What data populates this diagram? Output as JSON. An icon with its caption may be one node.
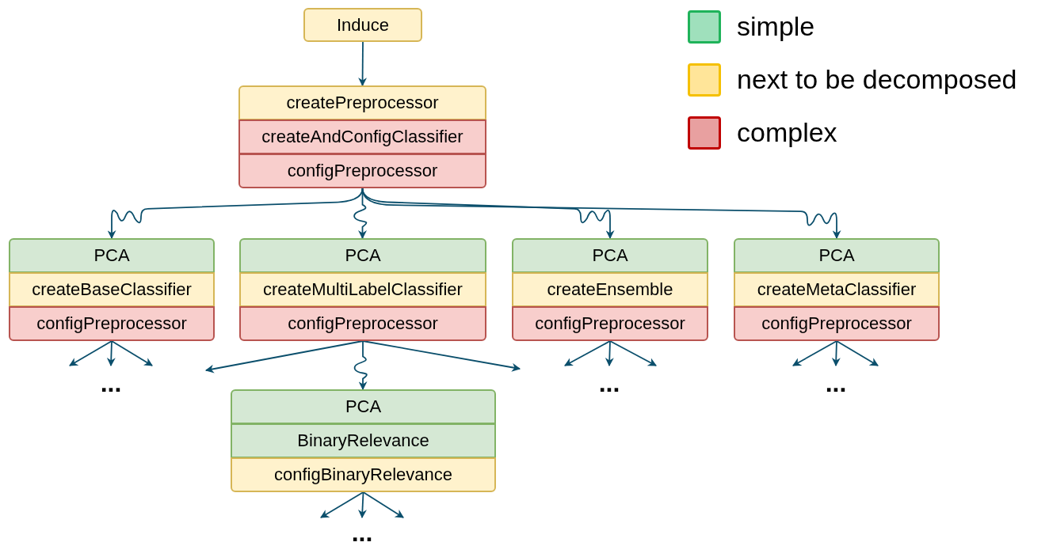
{
  "diagram": {
    "nodes": [
      {
        "text": [
          "Induce"
        ]
      },
      {
        "text": [
          "createPreprocessor"
        ]
      },
      {
        "text": [
          "createAndConfigClassifier"
        ]
      },
      {
        "text": [
          "configPreprocessor"
        ]
      },
      {
        "text": [
          "PCA"
        ]
      },
      {
        "text": [
          "createBaseClassifier"
        ]
      },
      {
        "text": [
          "configPreprocessor"
        ]
      },
      {
        "text": [
          "PCA"
        ]
      },
      {
        "text": [
          "createMultiLabelClassifier"
        ]
      },
      {
        "text": [
          "configPreprocessor"
        ]
      },
      {
        "text": [
          "PCA"
        ]
      },
      {
        "text": [
          "createEnsemble"
        ]
      },
      {
        "text": [
          "configPreprocessor"
        ]
      },
      {
        "text": [
          "PCA"
        ]
      },
      {
        "text": [
          "createMetaClassifier"
        ]
      },
      {
        "text": [
          "configPreprocessor"
        ]
      },
      {
        "text": [
          "PCA"
        ]
      },
      {
        "text": [
          "BinaryRelevance"
        ]
      },
      {
        "text": [
          "configBinaryRelevance"
        ]
      }
    ],
    "edges": [
      {
        "from": 0,
        "to": 1,
        "arrow": "to"
      },
      {
        "from": 3,
        "to": 4,
        "arrow": "to"
      },
      {
        "from": 3,
        "to": 7,
        "arrow": "to"
      },
      {
        "from": 3,
        "to": 10,
        "arrow": "to"
      },
      {
        "from": 3,
        "to": 13,
        "arrow": "to"
      },
      {
        "from": 6,
        "to": null,
        "arrow": "to"
      },
      {
        "from": 6,
        "to": null,
        "arrow": "to"
      },
      {
        "from": 6,
        "to": null,
        "arrow": "to"
      },
      {
        "from": 9,
        "to": null,
        "arrow": "to"
      },
      {
        "from": 9,
        "to": 16,
        "arrow": "to"
      },
      {
        "from": 9,
        "to": null,
        "arrow": "to"
      },
      {
        "from": 12,
        "to": null,
        "arrow": "to"
      },
      {
        "from": 12,
        "to": null,
        "arrow": "to"
      },
      {
        "from": 12,
        "to": null,
        "arrow": "to"
      },
      {
        "from": 15,
        "to": null,
        "arrow": "to"
      },
      {
        "from": 15,
        "to": null,
        "arrow": "to"
      },
      {
        "from": 15,
        "to": null,
        "arrow": "to"
      },
      {
        "from": 18,
        "to": null,
        "arrow": "to"
      },
      {
        "from": 18,
        "to": null,
        "arrow": "to"
      },
      {
        "from": 18,
        "to": null,
        "arrow": "to"
      }
    ],
    "labels": [
      "...",
      "...",
      "...",
      "..."
    ],
    "legend": [
      {
        "text": "simple",
        "color": "#9fe0bc"
      },
      {
        "text": "next to be decomposed",
        "color": "#ffe599"
      },
      {
        "text": "complex",
        "color": "#e8a0a0"
      }
    ]
  }
}
